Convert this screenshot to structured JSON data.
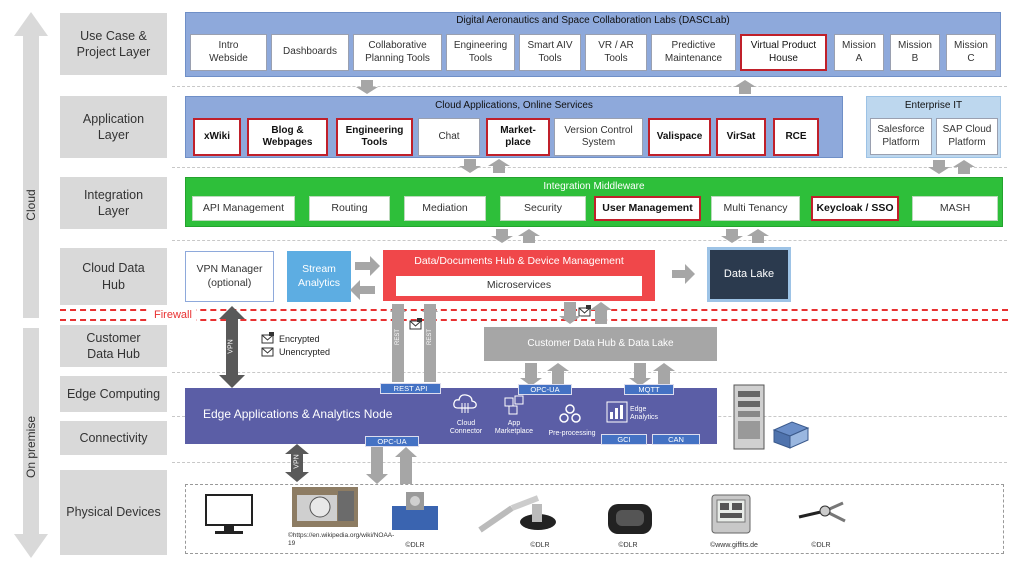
{
  "side": {
    "cloud": "Cloud",
    "on_premise": "On premise"
  },
  "layers": {
    "use_case": "Use Case & Project Layer",
    "application": "Application Layer",
    "integration": "Integration Layer",
    "cloud_data_hub": "Cloud Data Hub",
    "customer_data_hub": "Customer Data Hub",
    "edge_computing": "Edge Computing",
    "connectivity": "Connectivity",
    "physical_devices": "Physical Devices"
  },
  "dasc": {
    "title": "Digital Aeronautics and Space Collaboration Labs (DASCLab)",
    "items": [
      "Intro Webside",
      "Dashboards",
      "Collaborative Planning Tools",
      "Engineering Tools",
      "Smart AIV Tools",
      "VR / AR Tools",
      "Predictive Maintenance",
      "Virtual Product House",
      "Mission A",
      "Mission B",
      "Mission C"
    ]
  },
  "cloud_apps": {
    "title": "Cloud Applications, Online Services",
    "items": [
      "xWiki",
      "Blog & Webpages",
      "Engineering Tools",
      "Chat",
      "Market-place",
      "Version Control System",
      "Valispace",
      "VirSat",
      "RCE"
    ]
  },
  "enterprise": {
    "title": "Enterprise IT",
    "items": [
      "Salesforce Platform",
      "SAP Cloud Platform"
    ]
  },
  "middleware": {
    "title": "Integration Middleware",
    "items": [
      "API Management",
      "Routing",
      "Mediation",
      "Security",
      "User Management",
      "Multi Tenancy",
      "Keycloak / SSO",
      "MASH"
    ]
  },
  "hub": {
    "vpn_manager": "VPN Manager (optional)",
    "stream": "Stream Analytics",
    "data_hub": "Data/Documents Hub & Device Management",
    "microservices": "Microservices",
    "data_lake": "Data Lake"
  },
  "firewall": "Firewall",
  "vpn": "VPN",
  "legend": {
    "encrypted": "Encrypted",
    "unencrypted": "Unencrypted"
  },
  "rest": "REST",
  "customer_hub": "Customer Data Hub & Data Lake",
  "edge": {
    "title": "Edge Applications & Analytics Node",
    "cloud_connector": "Cloud Connector",
    "app_marketplace": "App Marketplace",
    "preprocessing": "Pre-processing",
    "edge_analytics": "Edge Analytics"
  },
  "tags": {
    "rest_api": "REST API",
    "opcua": "OPC-UA",
    "mqtt": "MQTT",
    "gci": "GCI",
    "can": "CAN"
  },
  "credits": {
    "wiki": "©https://en.wikipedia.org/wiki/NOAA-19",
    "dlr": "©DLR",
    "giffits": "©www.giffits.de"
  }
}
